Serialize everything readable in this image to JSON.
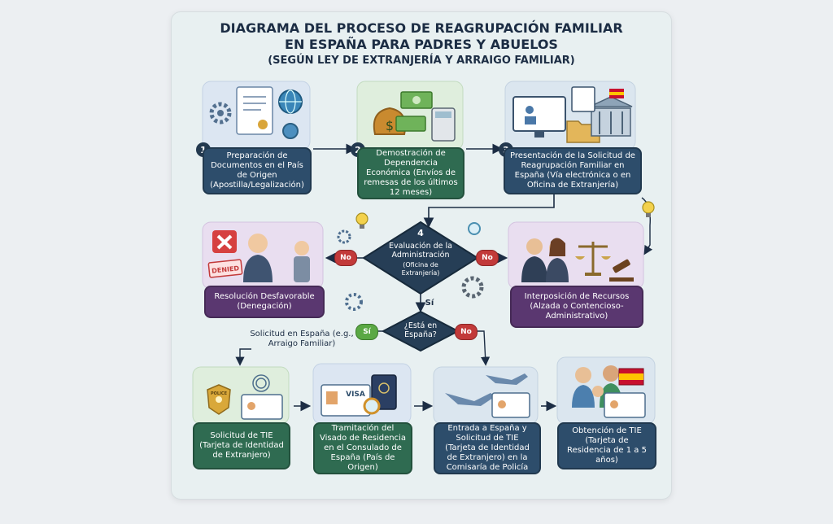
{
  "title": {
    "line1": "DIAGRAMA DEL PROCESO DE REAGRUPACIÓN FAMILIAR",
    "line2": "EN ESPAÑA PARA PADRES Y ABUELOS",
    "line3": "(SEGÚN LEY DE EXTRANJERÍA Y ARRAIGO FAMILIAR)"
  },
  "steps": {
    "s1": {
      "num": "1",
      "text": "Preparación de Documentos en el País de Origen (Apostilla/Legalización)"
    },
    "s2": {
      "num": "2",
      "text": "Demostración de Dependencia Económica (Envíos de remesas de los últimos 12 meses)"
    },
    "s3": {
      "num": "3",
      "text": "Presentación de la Solicitud de Reagrupación Familiar en España (Vía electrónica o en Oficina de Extranjería)"
    },
    "s4": {
      "num": "4",
      "text": "Evaluación de la Administración",
      "sub": "(Oficina de Extranjería)"
    }
  },
  "outcomes": {
    "denied_label": "DENIED",
    "denied": "Resolución Desfavorable (Denegación)",
    "appeal": "Interposición de Recursos (Alzada o Contencioso-Administrativo)"
  },
  "question": {
    "text": "¿Está en España?"
  },
  "badges": {
    "no": "No",
    "si": "Sí"
  },
  "spain_request": "Solicitud en España (e.g., Arraigo Familiar)",
  "final": {
    "tie": "Solicitud de TIE (Tarjeta de Identidad de Extranjero)",
    "visa": "Tramitación del Visado de Residencia en el Consulado de España (País de Origen)",
    "entry": "Entrada a España y Solicitud de TIE (Tarjeta de Identidad de Extranjero) en la Comisaría de Policía",
    "obtain": "Obtención de TIE (Tarjeta de Residencia de 1 a 5 años)"
  },
  "icon_text": {
    "visa": "VISA",
    "police": "POLICE"
  },
  "colors": {
    "blue": "#2d4d6b",
    "green": "#2f6b51",
    "purple": "#5a3770",
    "teal": "#2e6470",
    "red": "#c23a3a",
    "yes": "#5aa844"
  }
}
